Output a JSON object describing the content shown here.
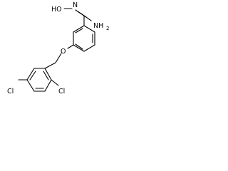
{
  "molecule": {
    "labels": {
      "hydroxy": "HO",
      "imine_n": "N",
      "amine_n": "NH",
      "amine_sub": "2",
      "ether_o": "O",
      "cl_left": "Cl",
      "cl_right": "Cl"
    }
  }
}
